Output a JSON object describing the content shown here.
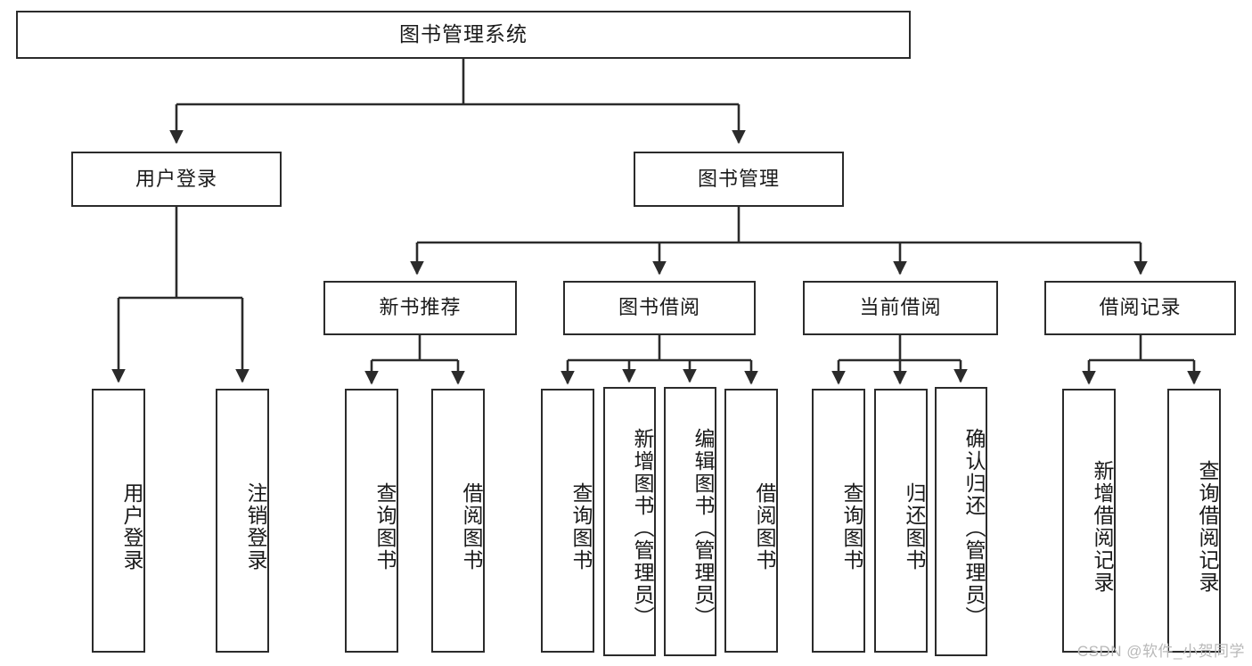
{
  "diagram": {
    "title": "图书管理系统",
    "type": "tree",
    "root": {
      "label": "图书管理系统",
      "children": [
        {
          "label": "用户登录",
          "children": [
            {
              "label": "用户登录"
            },
            {
              "label": "注销登录"
            }
          ]
        },
        {
          "label": "图书管理",
          "children": [
            {
              "label": "新书推荐",
              "children": [
                {
                  "label": "查询图书"
                },
                {
                  "label": "借阅图书"
                }
              ]
            },
            {
              "label": "图书借阅",
              "children": [
                {
                  "label": "查询图书"
                },
                {
                  "label": "新增图书（管理员）"
                },
                {
                  "label": "编辑图书（管理员）"
                },
                {
                  "label": "借阅图书"
                }
              ]
            },
            {
              "label": "当前借阅",
              "children": [
                {
                  "label": "查询图书"
                },
                {
                  "label": "归还图书"
                },
                {
                  "label": "确认归还（管理员）"
                }
              ]
            },
            {
              "label": "借阅记录",
              "children": [
                {
                  "label": "新增借阅记录"
                },
                {
                  "label": "查询借阅记录"
                }
              ]
            }
          ]
        }
      ]
    }
  },
  "nodes": {
    "root": "图书管理系统",
    "user_login": "用户登录",
    "book_manage": "图书管理",
    "new_book_rec": "新书推荐",
    "book_borrow": "图书借阅",
    "current_borrow": "当前借阅",
    "borrow_record": "借阅记录",
    "leaf_user_login": "用户登录",
    "leaf_logout": "注销登录",
    "leaf_rec_query": "查询图书",
    "leaf_rec_borrow": "借阅图书",
    "leaf_bb_query": "查询图书",
    "leaf_bb_add": "新增图书（管理员）",
    "leaf_bb_edit": "编辑图书（管理员）",
    "leaf_bb_borrow": "借阅图书",
    "leaf_cb_query": "查询图书",
    "leaf_cb_return": "归还图书",
    "leaf_cb_confirm": "确认归还（管理员）",
    "leaf_br_add": "新增借阅记录",
    "leaf_br_query": "查询借阅记录"
  },
  "watermark": {
    "text": "CSDN @软件_小贺同学"
  },
  "colors": {
    "stroke": "#2b2b2b",
    "background": "#ffffff",
    "text": "#1a1a1a",
    "watermark": "#b9b9b9"
  }
}
